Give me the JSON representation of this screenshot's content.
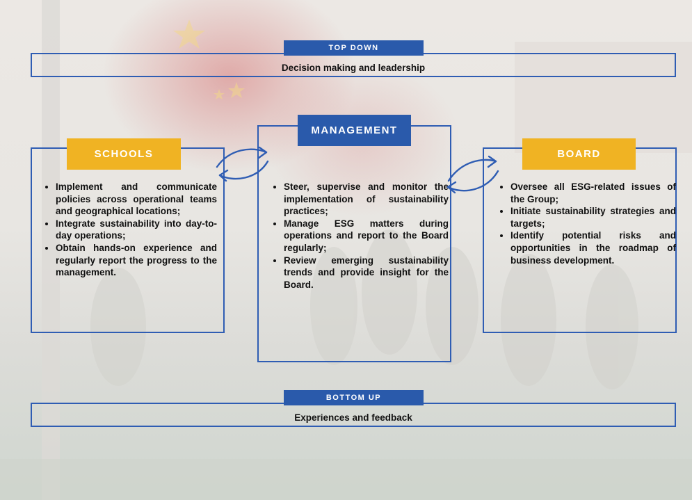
{
  "top": {
    "tag": "TOP DOWN",
    "text": "Decision making and leadership"
  },
  "bottom": {
    "tag": "BOTTOM UP",
    "text": "Experiences and feedback"
  },
  "management": {
    "title": "MANAGEMENT",
    "points": [
      "Steer, supervise and monitor the implementation of sustainability practices;",
      "Manage ESG matters during operations and report to the Board regularly;",
      "Review emerging sustainability trends and provide insight for the Board."
    ]
  },
  "schools": {
    "title": "SCHOOLS",
    "points": [
      "Implement and communicate policies across operational teams and geographical locations;",
      "Integrate sustainability into day-to-day operations;",
      "Obtain hands-on experience and regularly report the progress to the management."
    ]
  },
  "board": {
    "title": "BOARD",
    "points": [
      "Oversee all ESG-related issues of the Group;",
      "Initiate sustainability strategies and targets;",
      "Identify potential risks and opportunities in the roadmap of business development."
    ]
  },
  "colors": {
    "frame": "#2f5db3",
    "blue_tag": "#2a5aab",
    "gold_tag": "#f0b323"
  }
}
